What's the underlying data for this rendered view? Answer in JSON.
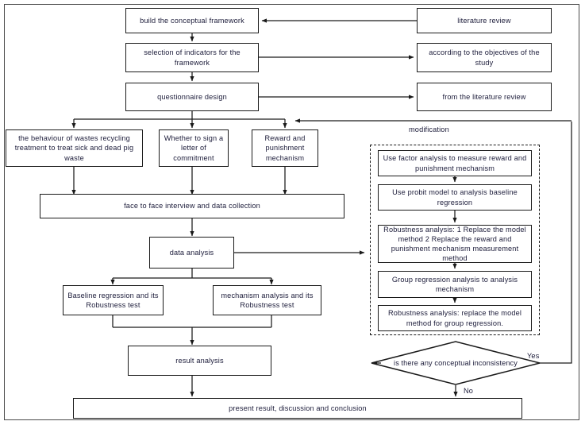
{
  "diagram": {
    "title": "research flowchart",
    "colors": {
      "stroke": "#1a1a1a",
      "text": "#1c1c3a",
      "frame": "#4a4a4a",
      "background": "#ffffff"
    },
    "nodes": {
      "build_framework": "build the conceptual framework",
      "literature_review": "literature review",
      "selection_indicators": "selection of indicators for the framework",
      "according_objectives": "according to the objectives of the study",
      "questionnaire_design": "questionnaire design",
      "from_literature_review": "from the literature review",
      "behaviour_wastes": "the behaviour of wastes recycling treatment to treat sick and dead pig waste",
      "whether_sign": "Whether to sign a letter of commitment",
      "reward_punishment": "Reward and punishment mechanism",
      "face_to_face": "face to face interview and data collection",
      "data_analysis": "data analysis",
      "baseline_regression": "Baseline regression and its Robustness test",
      "mechanism_analysis": "mechanism analysis and its Robustness test",
      "result_analysis": "result analysis",
      "present_result": "present result,  discussion and conclusion",
      "factor_analysis": "Use factor analysis to measure reward and punishment mechanism",
      "probit_model": "Use probit model to analysis baseline regression",
      "robustness_replace": "Robustness analysis: 1 Replace the model method 2 Replace the reward and punishment mechanism measurement method",
      "group_regression": "Group regression analysis to analysis mechanism",
      "robustness_group": "Robustness analysis: replace the model method for group regression."
    },
    "labels": {
      "modification": "modification",
      "decision": "is there any conceptual inconsistency",
      "yes": "Yes",
      "no": "No"
    }
  }
}
